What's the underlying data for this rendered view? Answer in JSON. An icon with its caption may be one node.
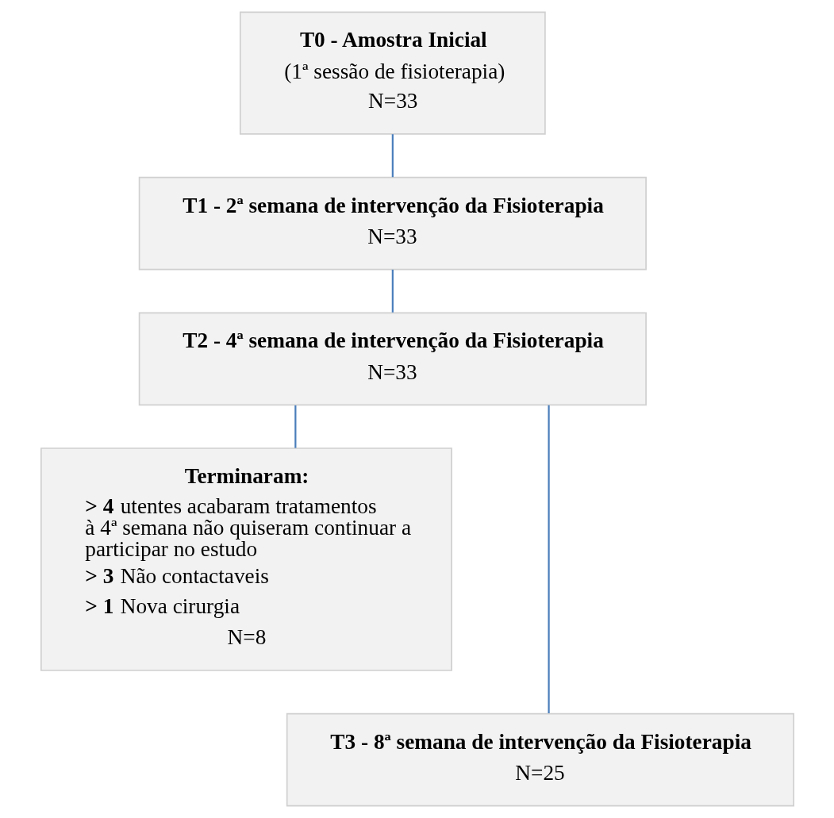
{
  "diagram": {
    "nodes": [
      {
        "text": [
          "T0 - Amostra Inicial",
          "(1ª sessão de fisioterapia)",
          "N=33"
        ]
      },
      {
        "text": [
          "T1 - 2ª semana de intervenção da Fisioterapia",
          "N=33"
        ]
      },
      {
        "text": [
          "T2 - 4ª semana de intervenção da Fisioterapia",
          "N=33"
        ]
      },
      {
        "text": [
          "Terminaram:",
          "**> 4** utentes acabaram tratamentos à 4ª semana não quiseram continuar a participar no estudo",
          "**> 3** Não contactaveis",
          "**> 1** Nova cirurgia",
          "N=8"
        ]
      },
      {
        "text": [
          "T3 - 8ª semana de intervenção da Fisioterapia",
          "N=25"
        ]
      }
    ],
    "edges": [
      {
        "from": 0,
        "to": 1,
        "arrow": "none"
      },
      {
        "from": 1,
        "to": 2,
        "arrow": "none"
      },
      {
        "from": 2,
        "to": 3,
        "arrow": "none"
      },
      {
        "from": 2,
        "to": 4,
        "arrow": "none"
      }
    ]
  }
}
